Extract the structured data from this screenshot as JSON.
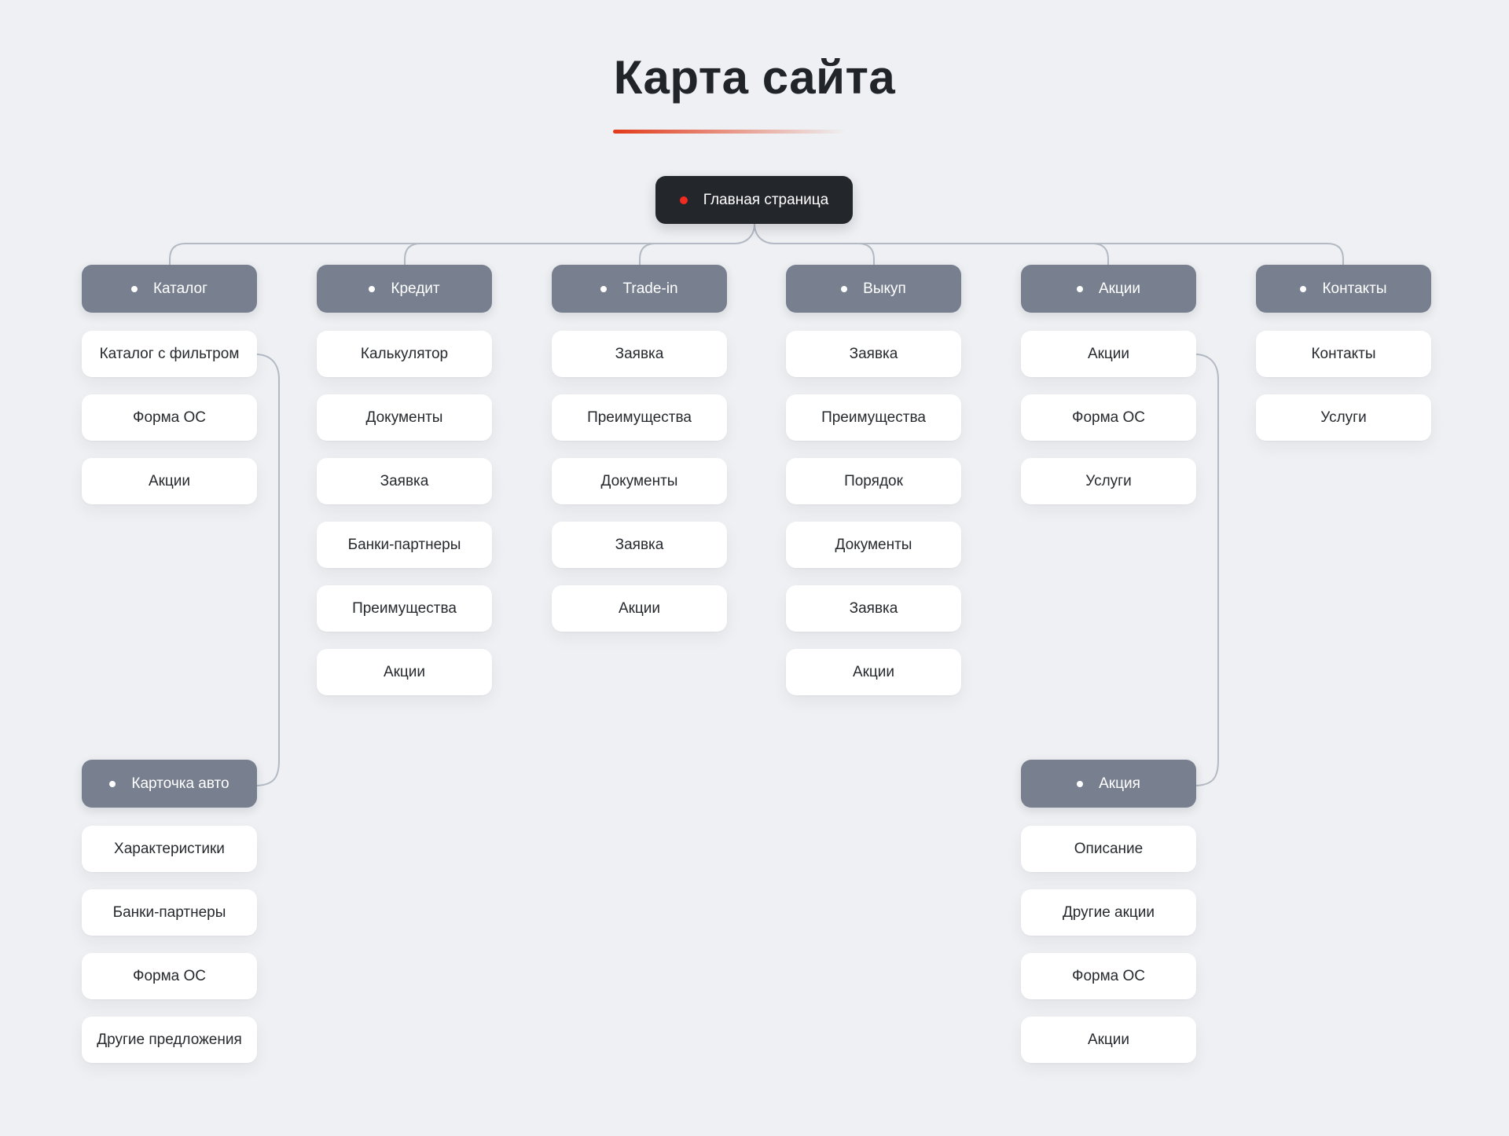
{
  "page": {
    "title": "Карта сайта"
  },
  "root": {
    "label": "Главная страница"
  },
  "columns": [
    {
      "header": "Каталог",
      "children": [
        "Каталог с фильтром",
        "Форма ОС",
        "Акции"
      ]
    },
    {
      "header": "Кредит",
      "children": [
        "Калькулятор",
        "Документы",
        "Заявка",
        "Банки-партнеры",
        "Преимущества",
        "Акции"
      ]
    },
    {
      "header": "Trade-in",
      "children": [
        "Заявка",
        "Преимущества",
        "Документы",
        "Заявка",
        "Акции"
      ]
    },
    {
      "header": "Выкуп",
      "children": [
        "Заявка",
        "Преимущества",
        "Порядок",
        "Документы",
        "Заявка",
        "Акции"
      ]
    },
    {
      "header": "Акции",
      "children": [
        "Акции",
        "Форма ОС",
        "Услуги"
      ]
    },
    {
      "header": "Контакты",
      "children": [
        "Контакты",
        "Услуги"
      ]
    }
  ],
  "subtrees": [
    {
      "header": "Карточка авто",
      "attach_column": 0,
      "linked_from": "Каталог с фильтром",
      "children": [
        "Характеристики",
        "Банки-партнеры",
        "Форма ОС",
        "Другие предложения"
      ]
    },
    {
      "header": "Акция",
      "attach_column": 4,
      "linked_from": "Акции",
      "children": [
        "Описание",
        "Другие акции",
        "Форма ОС",
        "Акции"
      ]
    }
  ],
  "icons": {
    "root_bullet": "red-dot",
    "section_bullet": "white-dot"
  },
  "colors": {
    "background": "#eef0f3",
    "accent": "#e23a18",
    "root_node": "#23262b",
    "section_node": "#788090",
    "card": "#ffffff",
    "card_text": "#26292e",
    "connector": "#b3bac4",
    "title_text": "#212429",
    "root_dot": "#f12b20"
  }
}
